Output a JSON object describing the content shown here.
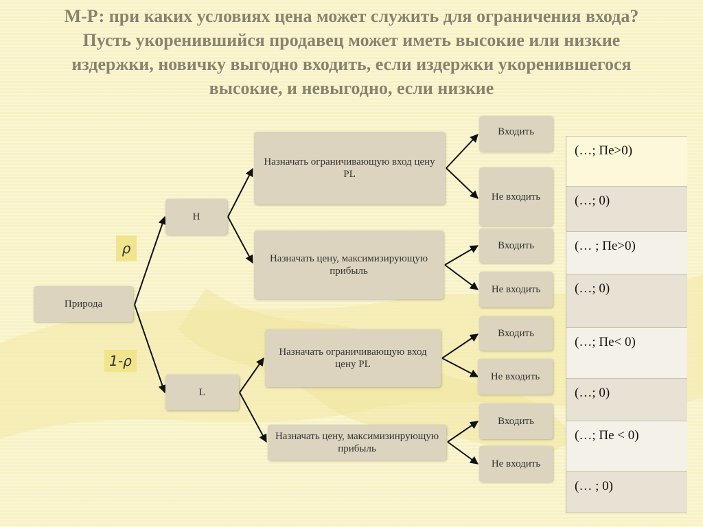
{
  "title": {
    "lines": [
      "М-Р: при каких условиях цена может служить для ограничения входа?",
      "Пусть укоренившийся продавец может иметь высокие или низкие",
      "издержки, новичку выгодно входить, если издержки укоренившегося",
      "высокие, и невыгодно, если низкие"
    ]
  },
  "tree": {
    "root": "Природа",
    "prob_high": "ρ",
    "prob_low": "1-ρ",
    "type_high": "H",
    "type_low": "L",
    "actions": {
      "h_limit": "Назначать ограничивающую вход цену  PL",
      "h_max": "Назначать цену, максимизирующую прибыль",
      "l_limit": "Назначать ограничивающую вход цену PL",
      "l_max": "Назначать цену, максимизинрующую прибыль"
    },
    "responses": {
      "enter": "Входить",
      "stay_out": "Не входить"
    }
  },
  "payoffs": [
    "(…;  Пе>0)",
    "(…;  0)",
    "(… ;  Пе>0)",
    "(…;  0)",
    "(…;  Пе< 0)",
    "(…;  0)",
    "(…; Пе < 0)",
    "(… ;  0)"
  ],
  "colors": {
    "background": "#f8f2c4",
    "box": "#dcd4bf",
    "prob_badge": "#f0e58c",
    "title": "#8a8368",
    "cell_light": "#f4f1e8",
    "cell_dark": "#e7e2d4",
    "cell_first": "#fdf8d9"
  }
}
